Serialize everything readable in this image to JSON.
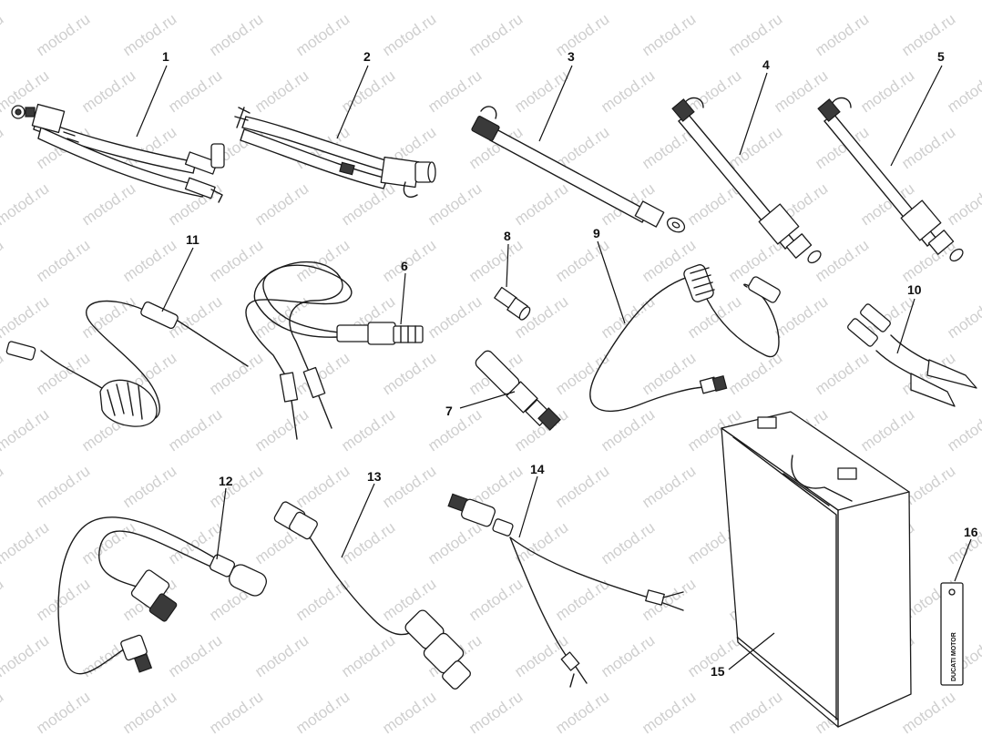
{
  "watermark": {
    "text": "motod.ru"
  },
  "callouts": [
    {
      "id": "1",
      "label": "1"
    },
    {
      "id": "2",
      "label": "2"
    },
    {
      "id": "3",
      "label": "3"
    },
    {
      "id": "4",
      "label": "4"
    },
    {
      "id": "5",
      "label": "5"
    },
    {
      "id": "6",
      "label": "6"
    },
    {
      "id": "7",
      "label": "7"
    },
    {
      "id": "8",
      "label": "8"
    },
    {
      "id": "9",
      "label": "9"
    },
    {
      "id": "10",
      "label": "10"
    },
    {
      "id": "11",
      "label": "11"
    },
    {
      "id": "12",
      "label": "12"
    },
    {
      "id": "13",
      "label": "13"
    },
    {
      "id": "14",
      "label": "14"
    },
    {
      "id": "15",
      "label": "15"
    },
    {
      "id": "16",
      "label": "16"
    }
  ],
  "tag": {
    "text": "DUCATI MOTOR"
  },
  "colors": {
    "ink": "#1a1a1a",
    "watermark": "#cfcfcf",
    "background": "#ffffff"
  }
}
